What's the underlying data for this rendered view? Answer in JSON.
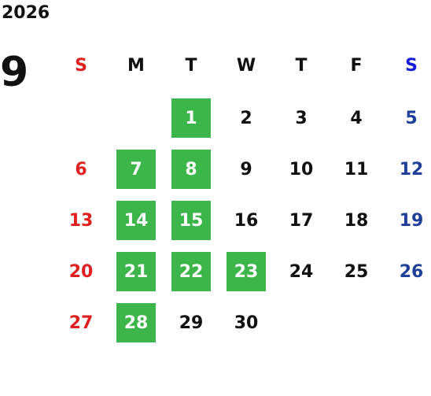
{
  "calendar": {
    "year": "2026",
    "month": "9",
    "weekdays": [
      "S",
      "M",
      "T",
      "W",
      "T",
      "F",
      "S"
    ],
    "weeks": [
      [
        "",
        "",
        "1",
        "2",
        "3",
        "4",
        "5"
      ],
      [
        "6",
        "7",
        "8",
        "9",
        "10",
        "11",
        "12"
      ],
      [
        "13",
        "14",
        "15",
        "16",
        "17",
        "18",
        "19"
      ],
      [
        "20",
        "21",
        "22",
        "23",
        "24",
        "25",
        "26"
      ],
      [
        "27",
        "28",
        "29",
        "30",
        "",
        "",
        ""
      ]
    ],
    "highlighted_days": [
      "1",
      "7",
      "8",
      "14",
      "15",
      "21",
      "22",
      "23",
      "28"
    ],
    "colors": {
      "highlight": "#3cb54a",
      "sunday": "#e02020",
      "saturday": "#1f3f9a",
      "saturday_header": "#1a1adb",
      "weekday": "#111111"
    }
  }
}
